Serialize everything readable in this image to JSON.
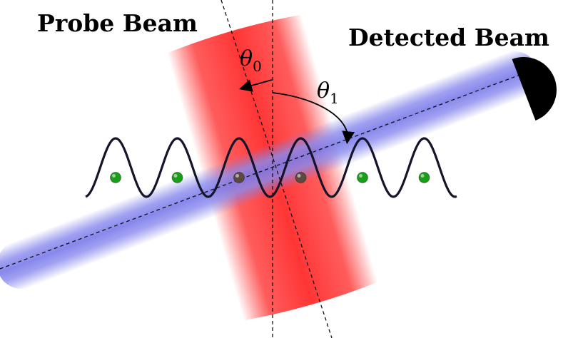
{
  "labels": {
    "probe_beam": "Probe Beam",
    "detected_beam": "Detected Beam",
    "theta0_symbol": "θ",
    "theta0_sub": "0",
    "theta1_symbol": "θ",
    "theta1_sub": "1"
  },
  "colors": {
    "probe_beam": "#ff3b3b",
    "detected_beam": "#8f8ff0",
    "lattice_line": "#14142a",
    "atom_bright": "#1a9e1a",
    "atom_dim": "#5a4a40",
    "detector": "#000000",
    "axis_line": "#111111"
  },
  "atoms": [
    {
      "state": "bright"
    },
    {
      "state": "bright"
    },
    {
      "state": "dim"
    },
    {
      "state": "dim"
    },
    {
      "state": "bright"
    },
    {
      "state": "bright"
    }
  ]
}
